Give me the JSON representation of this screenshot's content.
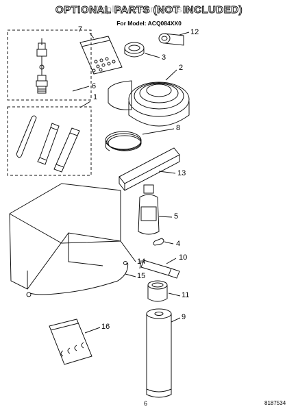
{
  "title": "OPTIONAL PARTS (NOT INCLUDED)",
  "watermark": "AppliancePartsPros.com",
  "model_line": "For Model: ACQ084XX0",
  "callouts": {
    "c1": "1",
    "c2": "2",
    "c3": "3",
    "c4": "4",
    "c5": "5",
    "c6": "6",
    "c7": "7",
    "c8": "8",
    "c9": "9",
    "c10": "10",
    "c11": "11",
    "c12": "12",
    "c13": "13",
    "c14": "14",
    "c15": "15",
    "c16": "16"
  },
  "footer": {
    "page_number": "6",
    "doc_number": "8187534"
  }
}
